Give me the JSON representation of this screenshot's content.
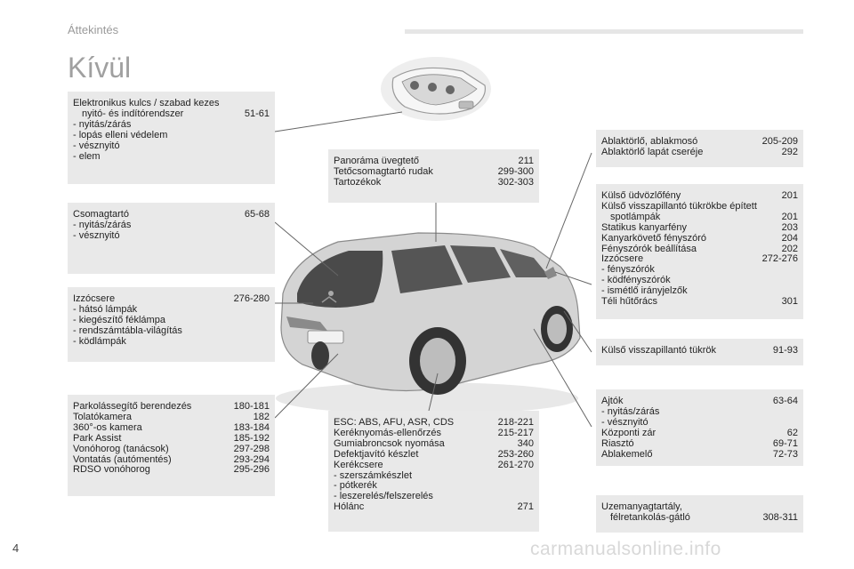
{
  "header": {
    "section": "Áttekintés"
  },
  "title": "Kívül",
  "page_number": "4",
  "watermark": "carmanualsonline.info",
  "boxes": {
    "key": {
      "rows": [
        {
          "label": "Elektronikus kulcs / szabad kezes",
          "page": ""
        },
        {
          "label": "   nyitó- és indítórendszer",
          "page": "51-61"
        },
        {
          "label": "-  nyitás/zárás",
          "page": ""
        },
        {
          "label": "-  lopás elleni védelem",
          "page": ""
        },
        {
          "label": "-  vésznyitó",
          "page": ""
        },
        {
          "label": "-  elem",
          "page": ""
        }
      ]
    },
    "boot": {
      "rows": [
        {
          "label": "Csomagtartó",
          "page": "65-68"
        },
        {
          "label": "-  nyitás/zárás",
          "page": ""
        },
        {
          "label": "-  vésznyitó",
          "page": ""
        }
      ]
    },
    "rear_lights": {
      "rows": [
        {
          "label": "Izzócsere",
          "page": "276-280"
        },
        {
          "label": "-  hátsó lámpák",
          "page": ""
        },
        {
          "label": "-  kiegészítő féklámpa",
          "page": ""
        },
        {
          "label": "-  rendszámtábla-világítás",
          "page": ""
        },
        {
          "label": "-  ködlámpák",
          "page": ""
        }
      ]
    },
    "parking": {
      "rows": [
        {
          "label": "Parkolássegítő berendezés",
          "page": "180-181"
        },
        {
          "label": "Tolatókamera",
          "page": "182"
        },
        {
          "label": "360°-os kamera",
          "page": "183-184"
        },
        {
          "label": "Park Assist",
          "page": "185-192"
        },
        {
          "label": "Vonóhorog (tanácsok)",
          "page": "297-298"
        },
        {
          "label": "Vontatás (autómentés)",
          "page": "293-294"
        },
        {
          "label": "RDSO vonóhorog",
          "page": "295-296"
        }
      ]
    },
    "roof": {
      "rows": [
        {
          "label": "Panoráma üvegtető",
          "page": "211"
        },
        {
          "label": "Tetőcsomagtartó rudak",
          "page": "299-300"
        },
        {
          "label": "Tartozékok",
          "page": "302-303"
        }
      ]
    },
    "esc": {
      "rows": [
        {
          "label": "ESC: ABS, AFU, ASR, CDS",
          "page": "218-221"
        },
        {
          "label": "Keréknyomás-ellenőrzés",
          "page": "215-217"
        },
        {
          "label": "Gumiabroncsok nyomása",
          "page": "340"
        },
        {
          "label": "Defektjavító készlet",
          "page": "253-260"
        },
        {
          "label": "Kerékcsere",
          "page": "261-270"
        },
        {
          "label": "-  szerszámkészlet",
          "page": ""
        },
        {
          "label": "-  pótkerék",
          "page": ""
        },
        {
          "label": "-  leszerelés/felszerelés",
          "page": ""
        },
        {
          "label": "Hólánc",
          "page": "271"
        }
      ]
    },
    "wipers": {
      "rows": [
        {
          "label": "Ablaktörlő, ablakmosó",
          "page": "205-209"
        },
        {
          "label": "Ablaktörlő lapát cseréje",
          "page": "292"
        }
      ]
    },
    "front_lights": {
      "rows": [
        {
          "label": "Külső üdvözlőfény",
          "page": "201"
        },
        {
          "label": "Külső visszapillantó tükrökbe épített",
          "page": ""
        },
        {
          "label": "   spotlámpák",
          "page": "201"
        },
        {
          "label": "Statikus kanyarfény",
          "page": "203"
        },
        {
          "label": "Kanyarkövető fényszóró",
          "page": "204"
        },
        {
          "label": "Fényszórók beállítása",
          "page": "202"
        },
        {
          "label": "Izzócsere",
          "page": "272-276"
        },
        {
          "label": "-  fényszórók",
          "page": ""
        },
        {
          "label": "-  ködfényszórók",
          "page": ""
        },
        {
          "label": "-  ismétlő irányjelzők",
          "page": ""
        },
        {
          "label": "Téli hűtőrács",
          "page": "301"
        }
      ]
    },
    "mirrors": {
      "rows": [
        {
          "label": "Külső visszapillantó tükrök",
          "page": "91-93"
        }
      ]
    },
    "doors": {
      "rows": [
        {
          "label": "Ajtók",
          "page": "63-64"
        },
        {
          "label": "-  nyitás/zárás",
          "page": ""
        },
        {
          "label": "-  vésznyitó",
          "page": ""
        },
        {
          "label": "Központi zár",
          "page": "62"
        },
        {
          "label": "Riasztó",
          "page": "69-71"
        },
        {
          "label": "Ablakemelő",
          "page": "72-73"
        }
      ]
    },
    "fuel": {
      "rows": [
        {
          "label": "Üzemanyagtartály,",
          "page": ""
        },
        {
          "label": "   félretankolás-gátló",
          "page": "308-311"
        }
      ]
    }
  }
}
